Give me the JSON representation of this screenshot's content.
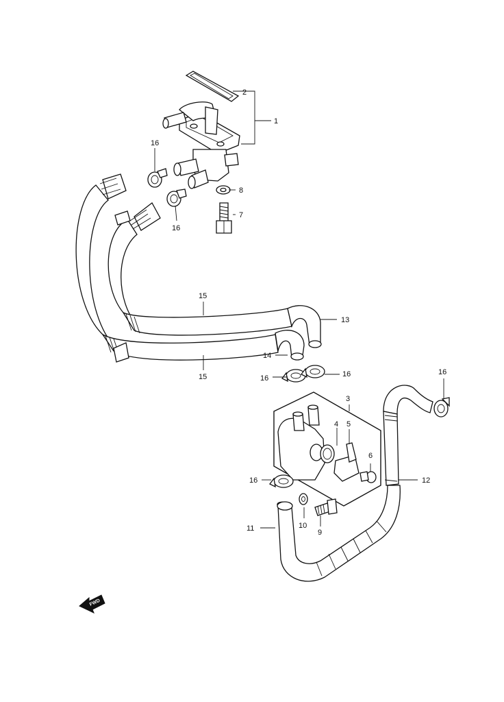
{
  "diagram": {
    "callouts": [
      {
        "id": "c1",
        "text": "1"
      },
      {
        "id": "c2",
        "text": "2"
      },
      {
        "id": "c3",
        "text": "3"
      },
      {
        "id": "c4",
        "text": "4"
      },
      {
        "id": "c5",
        "text": "5"
      },
      {
        "id": "c6",
        "text": "6"
      },
      {
        "id": "c7",
        "text": "7"
      },
      {
        "id": "c8",
        "text": "8"
      },
      {
        "id": "c9",
        "text": "9"
      },
      {
        "id": "c10",
        "text": "10"
      },
      {
        "id": "c11",
        "text": "11"
      },
      {
        "id": "c12",
        "text": "12"
      },
      {
        "id": "c13",
        "text": "13"
      },
      {
        "id": "c14",
        "text": "14"
      },
      {
        "id": "c15a",
        "text": "15"
      },
      {
        "id": "c15b",
        "text": "15"
      },
      {
        "id": "c16a",
        "text": "16"
      },
      {
        "id": "c16b",
        "text": "16"
      },
      {
        "id": "c16c",
        "text": "16"
      },
      {
        "id": "c16d",
        "text": "16"
      },
      {
        "id": "c16e",
        "text": "16"
      },
      {
        "id": "c16f",
        "text": "16"
      }
    ],
    "fwd_label": "FWD"
  },
  "colors": {
    "line": "#111111",
    "background": "#ffffff"
  }
}
